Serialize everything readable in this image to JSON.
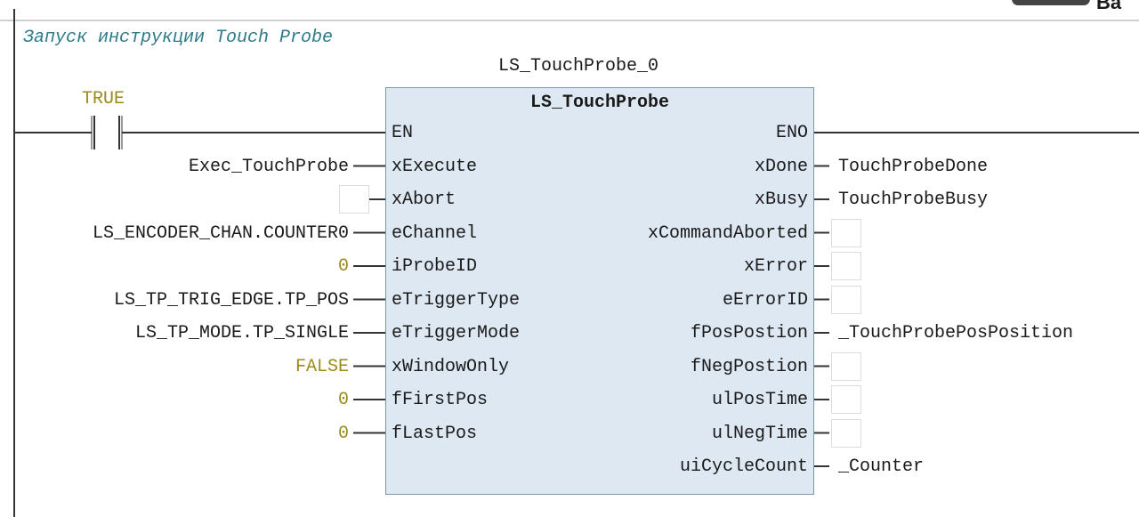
{
  "top_corner_text": "Ba",
  "comment": "Запуск инструкции Touch Probe",
  "instance_name": "LS_TouchProbe_0",
  "contact": {
    "label": "TRUE"
  },
  "block": {
    "title": "LS_TouchProbe",
    "inputs": [
      {
        "pin": "EN",
        "value": ""
      },
      {
        "pin": "xExecute",
        "value": "Exec_TouchProbe"
      },
      {
        "pin": "xAbort",
        "value": ""
      },
      {
        "pin": "eChannel",
        "value": "LS_ENCODER_CHAN.COUNTER0"
      },
      {
        "pin": "iProbeID",
        "value": "0"
      },
      {
        "pin": "eTriggerType",
        "value": "LS_TP_TRIG_EDGE.TP_POS"
      },
      {
        "pin": "eTriggerMode",
        "value": "LS_TP_MODE.TP_SINGLE"
      },
      {
        "pin": "xWindowOnly",
        "value": "FALSE"
      },
      {
        "pin": "fFirstPos",
        "value": "0"
      },
      {
        "pin": "fLastPos",
        "value": "0"
      }
    ],
    "outputs": [
      {
        "pin": "ENO",
        "value": ""
      },
      {
        "pin": "xDone",
        "value": "TouchProbeDone"
      },
      {
        "pin": "xBusy",
        "value": "TouchProbeBusy"
      },
      {
        "pin": "xCommandAborted",
        "value": ""
      },
      {
        "pin": "xError",
        "value": ""
      },
      {
        "pin": "eErrorID",
        "value": ""
      },
      {
        "pin": "fPosPostion",
        "value": "_TouchProbePosPosition"
      },
      {
        "pin": "fNegPostion",
        "value": ""
      },
      {
        "pin": "ulPosTime",
        "value": ""
      },
      {
        "pin": "ulNegTime",
        "value": ""
      },
      {
        "pin": "uiCycleCount",
        "value": "_Counter"
      }
    ]
  },
  "colors": {
    "literal": "#9a8a1a",
    "comment": "#2d7a8a",
    "block_fill": "#dde8f3"
  }
}
